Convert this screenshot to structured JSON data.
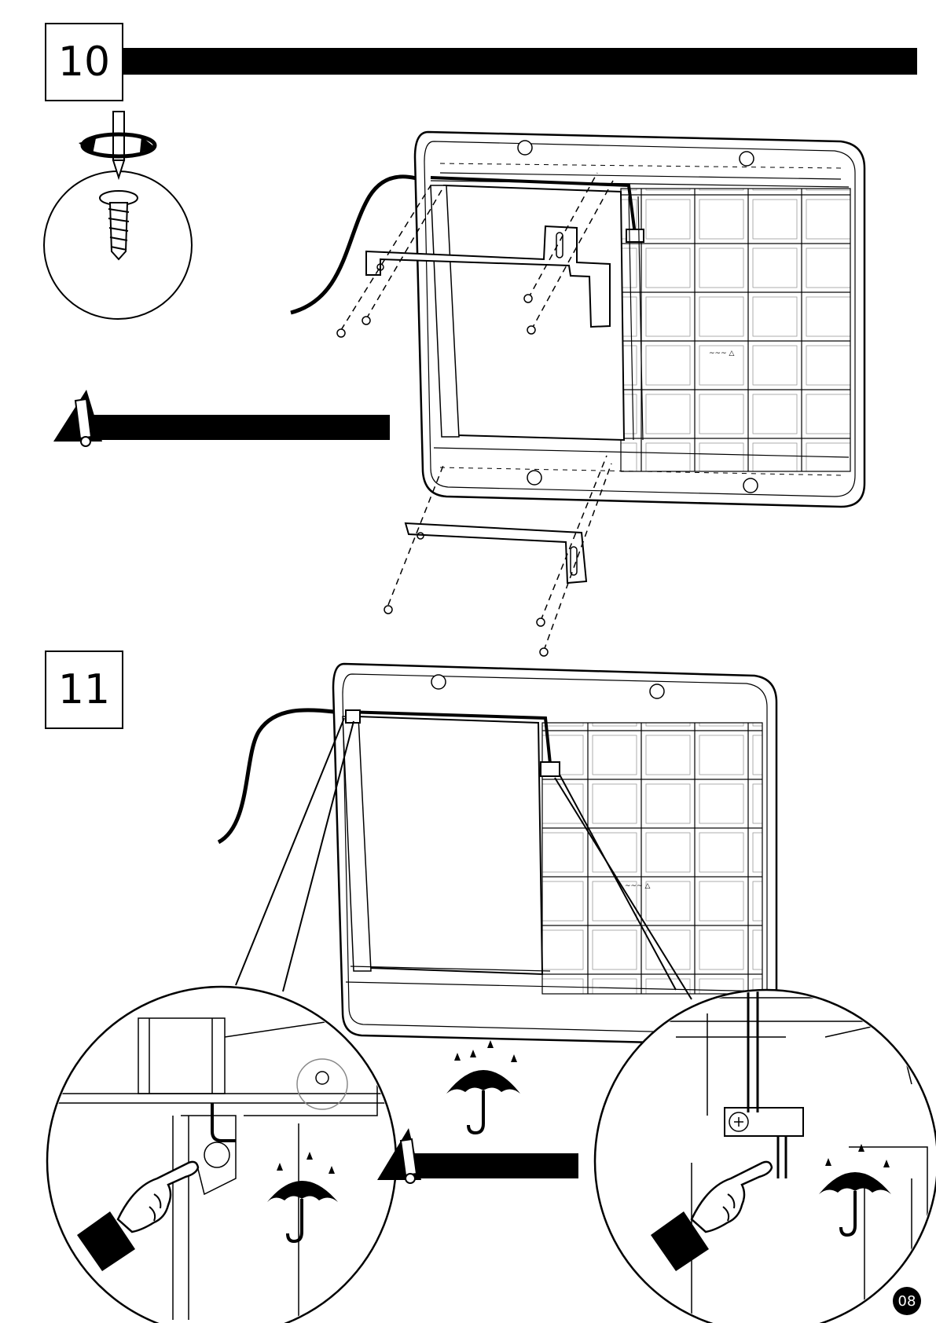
{
  "steps": [
    {
      "number": "10"
    },
    {
      "number": "11"
    }
  ],
  "page_number": "08",
  "icons": [
    "screwdriver-rotate-icon",
    "screw-icon",
    "warning-icon",
    "umbrella-rain-icon",
    "pointing-hand-icon"
  ]
}
